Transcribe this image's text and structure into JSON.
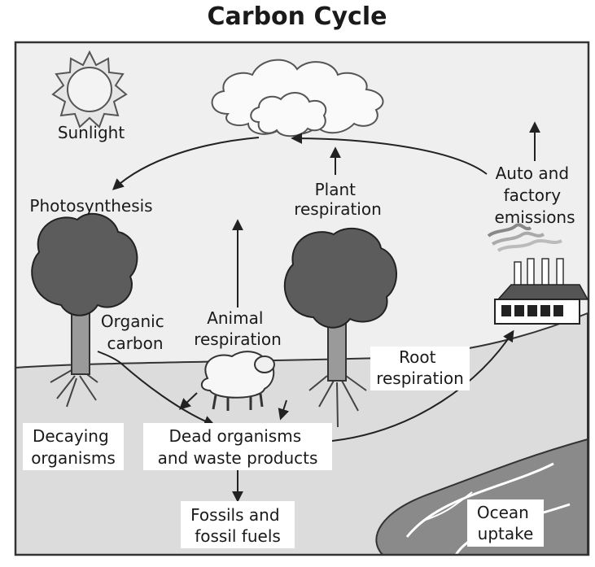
{
  "title": "Carbon Cycle",
  "labels": {
    "sunlight": "Sunlight",
    "photosynthesis": "Photosynthesis",
    "plant_respiration": [
      "Plant",
      "respiration"
    ],
    "auto_factory": [
      "Auto and",
      "factory",
      "emissions"
    ],
    "organic_carbon": [
      "Organic",
      "carbon"
    ],
    "animal_respiration": [
      "Animal",
      "respiration"
    ],
    "root_respiration": [
      "Root",
      "respiration"
    ],
    "decaying": [
      "Decaying",
      "organisms"
    ],
    "dead_organisms": [
      "Dead organisms",
      "and waste products"
    ],
    "fossils": [
      "Fossils and",
      "fossil fuels"
    ],
    "ocean": [
      "Ocean",
      "uptake"
    ]
  }
}
